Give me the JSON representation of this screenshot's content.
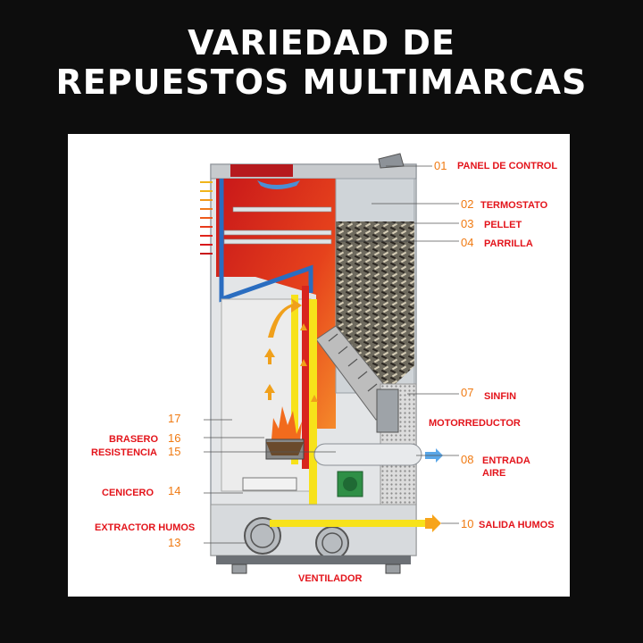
{
  "header": {
    "line1": "VARIEDAD DE",
    "line2": "REPUESTOS MULTIMARCAS"
  },
  "diagram": {
    "parts_right": [
      {
        "num": "01",
        "label": "PANEL DE CONTROL"
      },
      {
        "num": "02",
        "label": "TERMOSTATO"
      },
      {
        "num": "03",
        "label": "PELLET"
      },
      {
        "num": "04",
        "label": "PARRILLA"
      },
      {
        "num": "07",
        "label": "SINFIN"
      },
      {
        "label": "MOTORREDUCTOR"
      },
      {
        "num": "08",
        "label": "ENTRADA",
        "label2": "AIRE"
      },
      {
        "num": "10",
        "label": "SALIDA HUMOS"
      }
    ],
    "parts_left": [
      {
        "num": "17"
      },
      {
        "num": "16",
        "label": "BRASERO"
      },
      {
        "num": "15",
        "label": "RESISTENCIA"
      },
      {
        "num": "14",
        "label": "CENICERO"
      },
      {
        "num": "13",
        "label": "EXTRACTOR HUMOS"
      }
    ],
    "bottom_label": "VENTILADOR"
  },
  "colors": {
    "background": "#0d0d0d",
    "heading": "#ffffff",
    "label_red": "#e3141b",
    "number_orange": "#f07a12",
    "flame_red": "#d8241e",
    "air_yellow": "#f7e21a"
  }
}
